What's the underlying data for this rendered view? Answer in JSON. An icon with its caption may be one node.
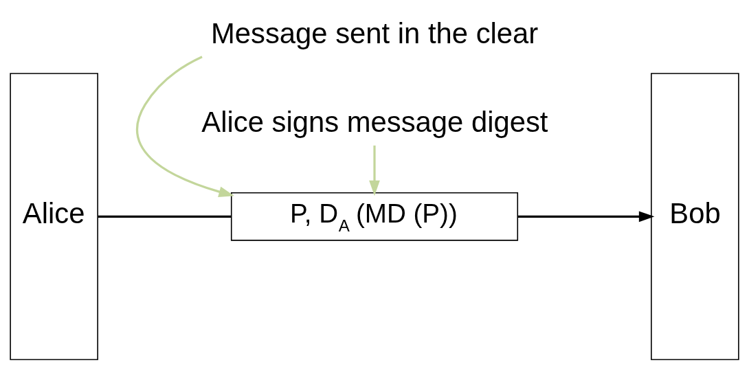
{
  "diagram": {
    "nodes": [
      {
        "text": [
          "Alice"
        ]
      },
      {
        "text": [
          "P, D$_{A}$ (MD (P))"
        ]
      },
      {
        "text": [
          "Bob"
        ]
      },
      {
        "text": [
          "Message sent in the clear"
        ]
      },
      {
        "text": [
          "Alice signs message digest"
        ]
      }
    ],
    "edges": [
      {
        "from": 0,
        "to": 1,
        "arrow": "none"
      },
      {
        "from": 1,
        "to": 2,
        "arrow": "to"
      },
      {
        "from": 3,
        "to": 1,
        "arrow": "to",
        "color": "#c3d69b"
      },
      {
        "from": 4,
        "to": 1,
        "arrow": "to",
        "color": "#c3d69b"
      }
    ]
  }
}
